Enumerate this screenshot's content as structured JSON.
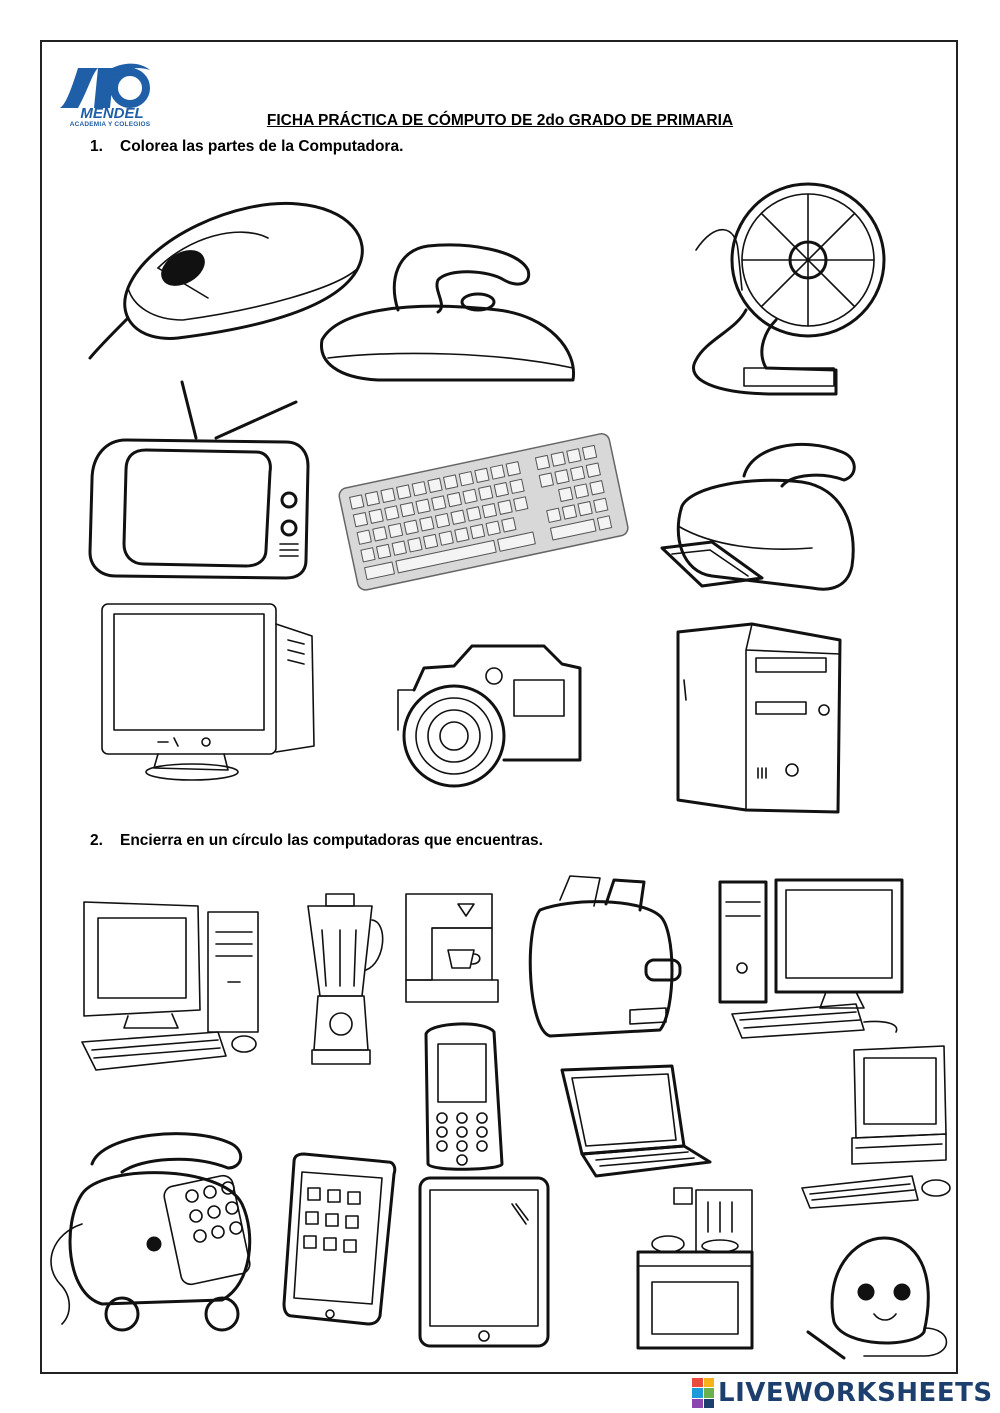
{
  "logo": {
    "name": "MENDEL",
    "subtitle": "ACADEMIA Y COLEGIOS",
    "color": "#1f5fa8"
  },
  "title": "FICHA PRÁCTICA DE CÓMPUTO DE 2do GRADO DE PRIMARIA",
  "questions": [
    {
      "number": "1.",
      "text": "Colorea las partes de la Computadora."
    },
    {
      "number": "2.",
      "text": "Encierra en un círculo las computadoras que encuentras."
    }
  ],
  "section1_images": [
    "mouse-icon",
    "iron-icon",
    "fan-icon",
    "tv-icon",
    "keyboard-icon",
    "printer-icon",
    "monitor-icon",
    "camera-icon",
    "cpu-tower-icon"
  ],
  "section2_images": [
    "desktop-computer-icon",
    "blender-icon",
    "coffee-maker-icon",
    "toaster-icon",
    "desktop-computer-icon",
    "cellphone-icon",
    "laptop-icon",
    "old-computer-icon",
    "toy-telephone-icon",
    "smartphone-icon",
    "tablet-icon",
    "stove-icon",
    "vacuum-icon"
  ],
  "footer": {
    "brand": "LIVEWORKSHEETS",
    "brand_color": "#1d3f6e"
  }
}
